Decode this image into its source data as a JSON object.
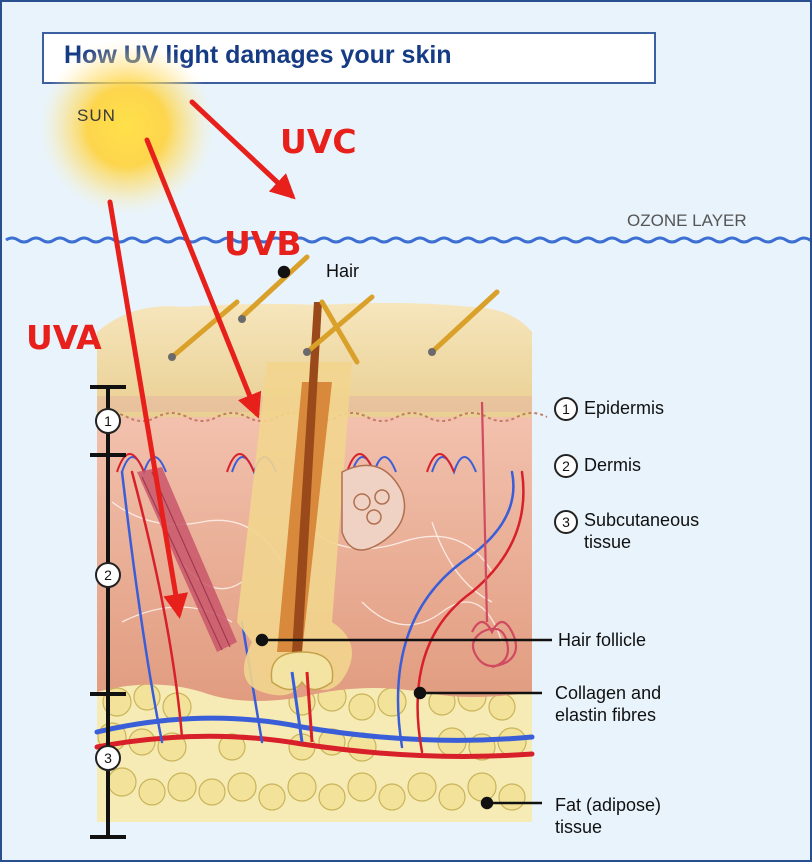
{
  "title": "How UV light damages your skin",
  "sun": {
    "label": "SUN"
  },
  "ozone": {
    "label": "OZONE LAYER"
  },
  "rays": {
    "uva": "UVA",
    "uvb": "UVB",
    "uvc": "UVC",
    "color": "#e8201c"
  },
  "hair_label": "Hair",
  "layers": [
    {
      "number": "1",
      "name": "Epidermis"
    },
    {
      "number": "2",
      "name": "Dermis"
    },
    {
      "number": "3",
      "name_line1": "Subcutaneous",
      "name_line2": "tissue"
    }
  ],
  "callouts": {
    "hair_follicle": "Hair follicle",
    "collagen_line1": "Collagen and",
    "collagen_line2": "elastin fibres",
    "fat_line1": "Fat (adipose)",
    "fat_line2": "tissue"
  },
  "colors": {
    "background": "#e8f3fb",
    "title_text": "#163b85",
    "epidermis": "#efd7a6",
    "dermis": "#e9a88f",
    "fat": "#f3e6a2",
    "artery": "#d8202a",
    "vein": "#3a5ed8"
  },
  "icons": {
    "sun": "sun-glow-icon",
    "ozone": "ozone-wavy-line-icon"
  }
}
